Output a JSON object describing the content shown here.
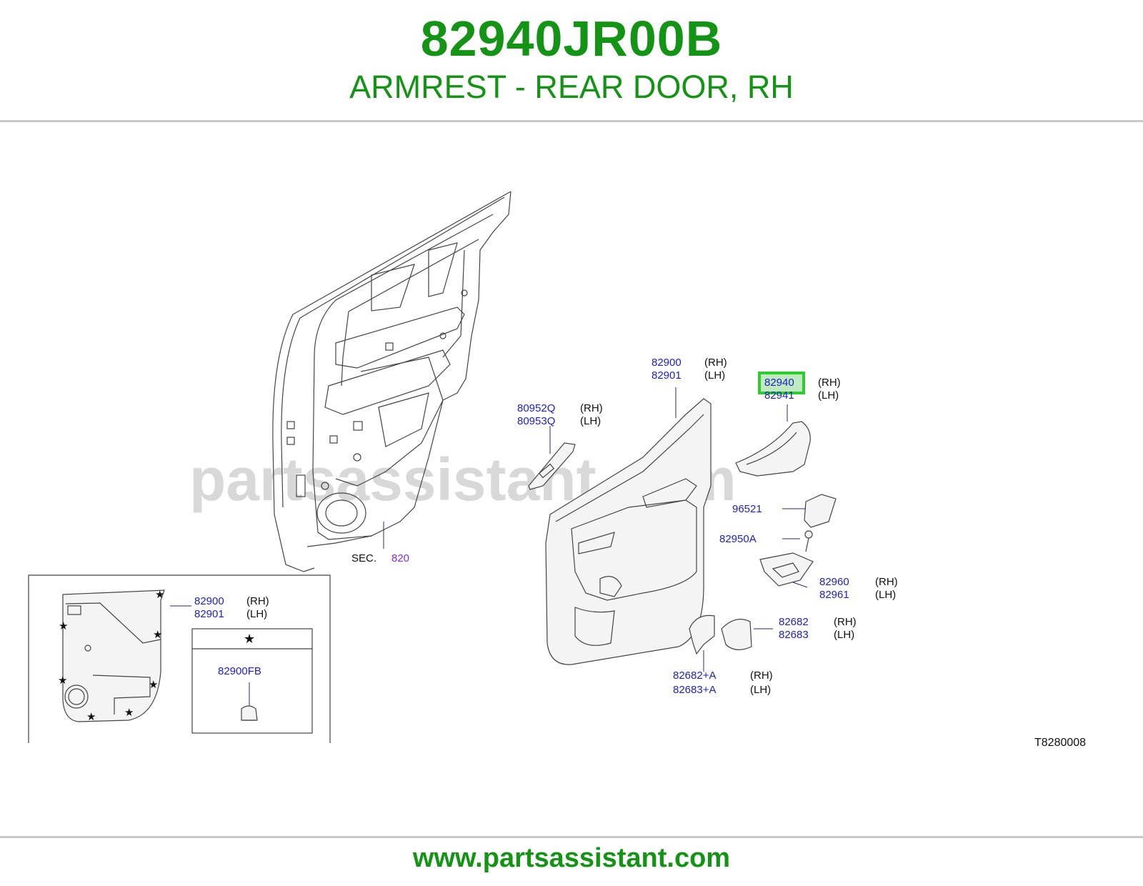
{
  "header": {
    "part_number": "82940JR00B",
    "part_name": "ARMREST - REAR DOOR, RH",
    "accent_color": "#149414"
  },
  "footer": {
    "url": "www.partsassistant.com"
  },
  "diagram": {
    "watermark": "partsassistant.com",
    "figure_code": "T8280008",
    "sec_label": "SEC.",
    "sec_number": "820",
    "highlight_color": "#2ecc2e",
    "labels": [
      {
        "id": "l-82900-main",
        "rh": "82900",
        "lh": "82901",
        "rh_tag": "(RH)",
        "lh_tag": "(LH)"
      },
      {
        "id": "l-82940",
        "rh": "82940",
        "lh": "82941",
        "rh_tag": "(RH)",
        "lh_tag": "(LH)",
        "highlighted": true
      },
      {
        "id": "l-80952",
        "rh": "80952Q",
        "lh": "80953Q",
        "rh_tag": "(RH)",
        "lh_tag": "(LH)"
      },
      {
        "id": "l-96521",
        "rh": "96521"
      },
      {
        "id": "l-82950",
        "rh": "82950A"
      },
      {
        "id": "l-82960",
        "rh": "82960",
        "lh": "82961",
        "rh_tag": "(RH)",
        "lh_tag": "(LH)"
      },
      {
        "id": "l-82682",
        "rh": "82682",
        "lh": "82683",
        "rh_tag": "(RH)",
        "lh_tag": "(LH)"
      },
      {
        "id": "l-82682a",
        "rh": "82682+A",
        "lh": "82683+A",
        "rh_tag": "(RH)",
        "lh_tag": "(LH)"
      },
      {
        "id": "l-82900-inset",
        "rh": "82900",
        "lh": "82901",
        "rh_tag": "(RH)",
        "lh_tag": "(LH)"
      },
      {
        "id": "l-82900fb",
        "rh": "82900FB"
      }
    ],
    "inset_symbol": "★"
  }
}
